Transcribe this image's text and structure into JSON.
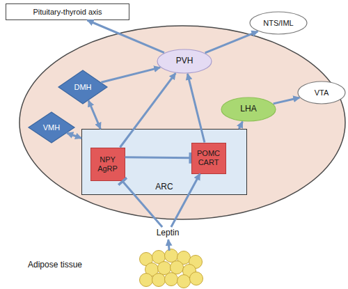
{
  "diagram": {
    "nodes": [
      {
        "text": [
          "Pituitary-thyroid axis"
        ]
      },
      {
        "text": [
          "NTS/IML"
        ]
      },
      {
        "text": [
          "PVH"
        ]
      },
      {
        "text": [
          "DMH"
        ]
      },
      {
        "text": [
          "VTA"
        ]
      },
      {
        "text": [
          "LHA"
        ]
      },
      {
        "text": [
          "VMH"
        ]
      },
      {
        "text": [
          "ARC"
        ]
      },
      {
        "text": [
          "NPY AgRP"
        ],
        "in": 7
      },
      {
        "text": [
          "POMC CART"
        ],
        "in": 7
      },
      {
        "text": [
          "Leptin"
        ]
      },
      {
        "text": [
          "Adipose tissue"
        ]
      }
    ],
    "edges": [
      {
        "from": 2,
        "to": 0,
        "arrow": "to"
      },
      {
        "from": 2,
        "to": 1,
        "arrow": "to"
      },
      {
        "from": 3,
        "to": 2,
        "arrow": "to"
      },
      {
        "from": 3,
        "to": 7,
        "arrow": "both"
      },
      {
        "from": 6,
        "to": 7,
        "arrow": "both"
      },
      {
        "from": 8,
        "to": 2,
        "arrow": "to"
      },
      {
        "from": 8,
        "to": 9,
        "arrow": "to"
      },
      {
        "from": 9,
        "to": 2,
        "arrow": "to"
      },
      {
        "from": 7,
        "to": 5,
        "arrow": "to"
      },
      {
        "from": 5,
        "to": 4,
        "arrow": "to"
      },
      {
        "from": 10,
        "to": 8,
        "arrow": "to"
      },
      {
        "from": 10,
        "to": 9,
        "arrow": "to"
      },
      {
        "from": 11,
        "to": 10,
        "arrow": "to"
      }
    ]
  }
}
